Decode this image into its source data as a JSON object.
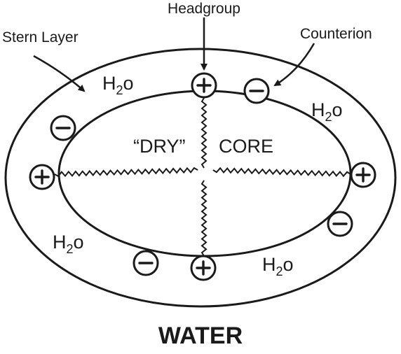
{
  "labels": {
    "headgroup": "Headgroup",
    "stern_layer": "Stern Layer",
    "counterion": "Counterion",
    "core_left": "“DRY”",
    "core_right": "CORE",
    "water": "WATER"
  },
  "h2o": {
    "main": "H",
    "sub": "2",
    "tail": "o"
  },
  "ions": {
    "headgroup_top": "+",
    "headgroup_left": "+",
    "headgroup_right": "+",
    "headgroup_bottom": "+",
    "counterion_top": "−",
    "counterion_upper_left": "−",
    "counterion_right": "−",
    "counterion_bottom": "−"
  },
  "colors": {
    "ink": "#1a1a1a",
    "background": "#ffffff"
  }
}
